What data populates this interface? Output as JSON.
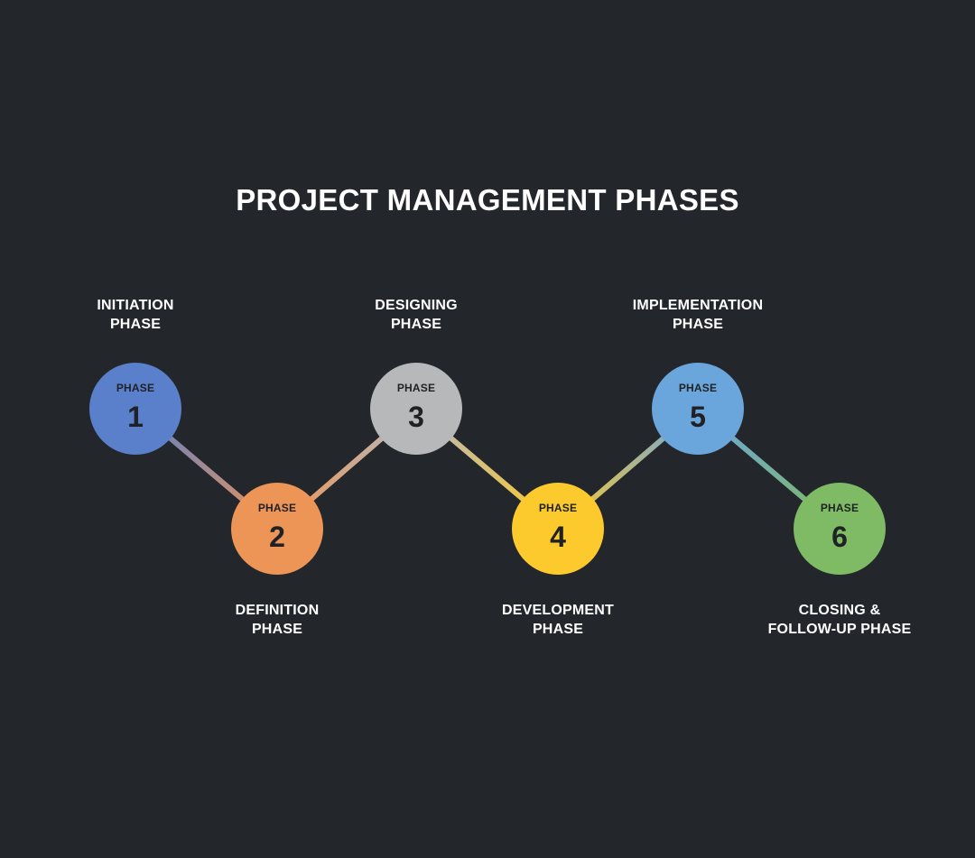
{
  "title": "PROJECT MANAGEMENT PHASES",
  "phases": [
    {
      "prefix": "PHASE",
      "number": "1",
      "label_lines": [
        "INITIATION",
        "PHASE"
      ],
      "color": "#5a7fcb"
    },
    {
      "prefix": "PHASE",
      "number": "2",
      "label_lines": [
        "DEFINITION",
        "PHASE"
      ],
      "color": "#ec9557"
    },
    {
      "prefix": "PHASE",
      "number": "3",
      "label_lines": [
        "DESIGNING",
        "PHASE"
      ],
      "color": "#b7b8ba"
    },
    {
      "prefix": "PHASE",
      "number": "4",
      "label_lines": [
        "DEVELOPMENT",
        "PHASE"
      ],
      "color": "#fdca2e"
    },
    {
      "prefix": "PHASE",
      "number": "5",
      "label_lines": [
        "IMPLEMENTATION",
        "PHASE"
      ],
      "color": "#6aa5dc"
    },
    {
      "prefix": "PHASE",
      "number": "6",
      "label_lines": [
        "CLOSING &",
        "FOLLOW-UP PHASE"
      ],
      "color": "#7fba64"
    }
  ]
}
